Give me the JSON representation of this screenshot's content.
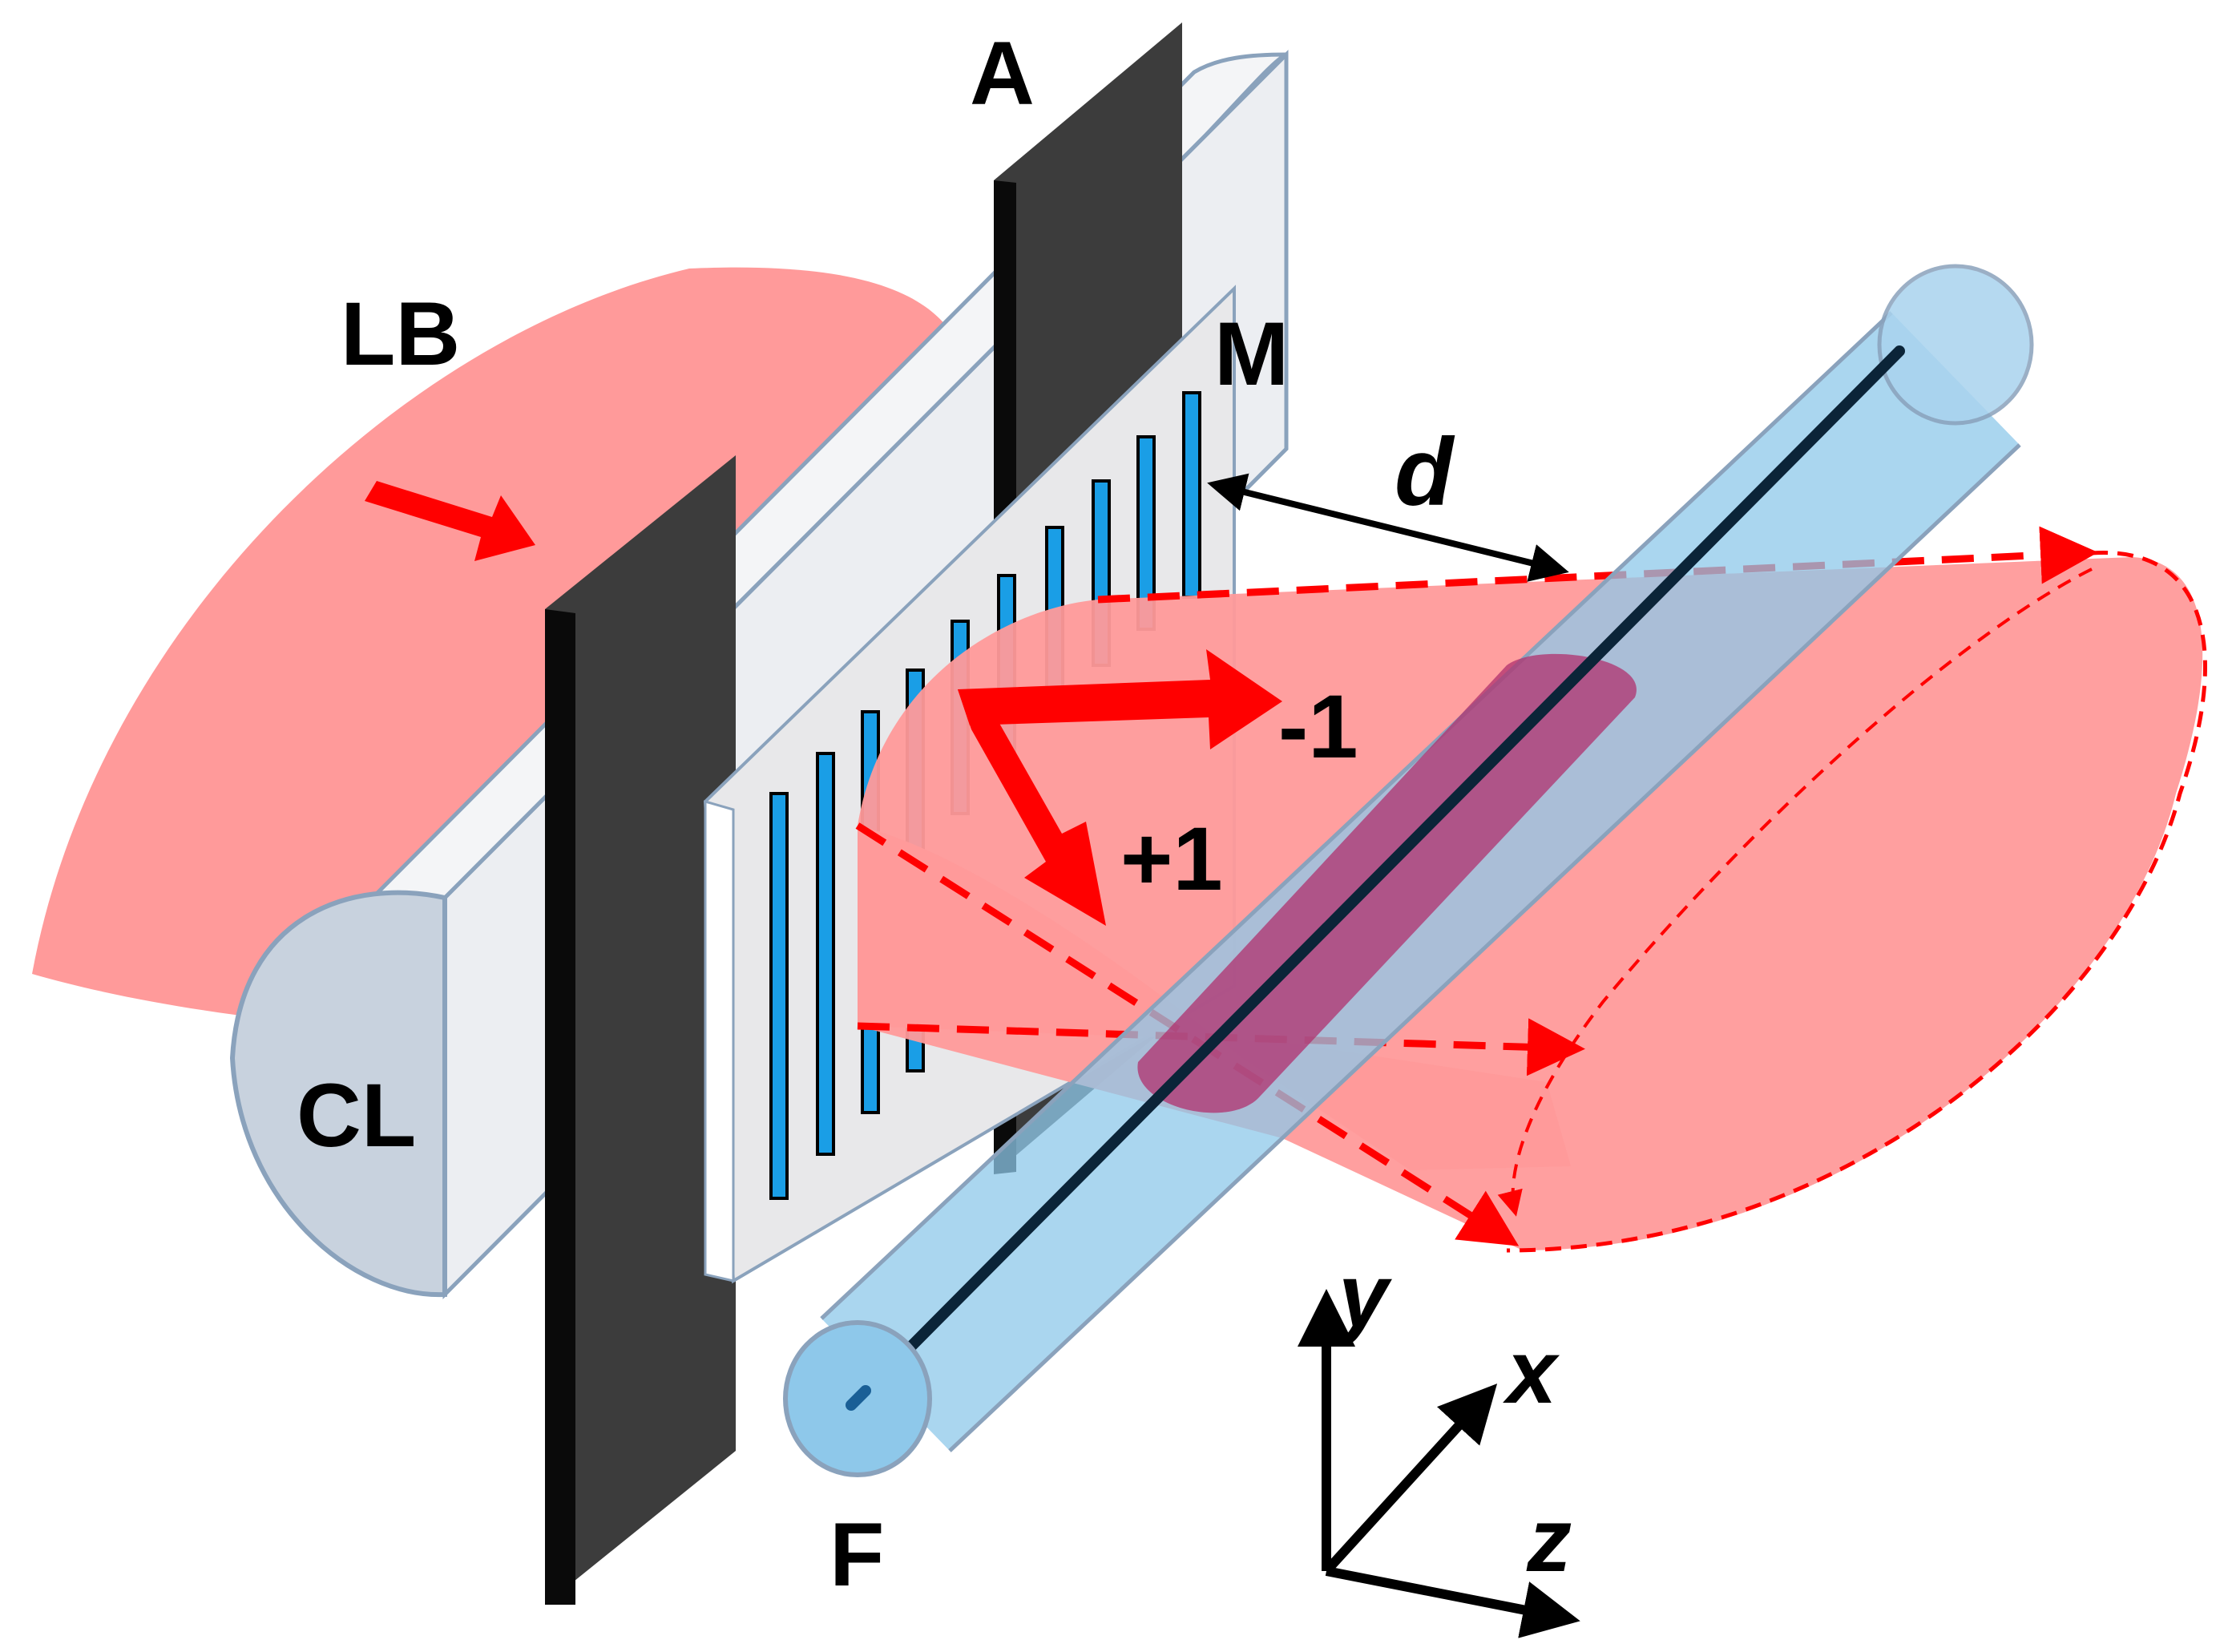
{
  "labels": {
    "LB": "LB",
    "A": "A",
    "M": "M",
    "d": "d",
    "minus1": "-1",
    "plus1": "+1",
    "CL": "CL",
    "F": "F",
    "y": "y",
    "x": "x",
    "z": "z"
  },
  "colors": {
    "beam": "#ff9a9a",
    "beam_arrow": "#ff0000",
    "aperture": "#3c3c3c",
    "lens": "#eceef2",
    "lens_outline": "#8aa2bc",
    "mask": "#e8e8ea",
    "slit": "#1a9ee6",
    "fiber": "#8ec8ea",
    "fiber_core": "#0b2438",
    "overlap": "#b0306e"
  }
}
